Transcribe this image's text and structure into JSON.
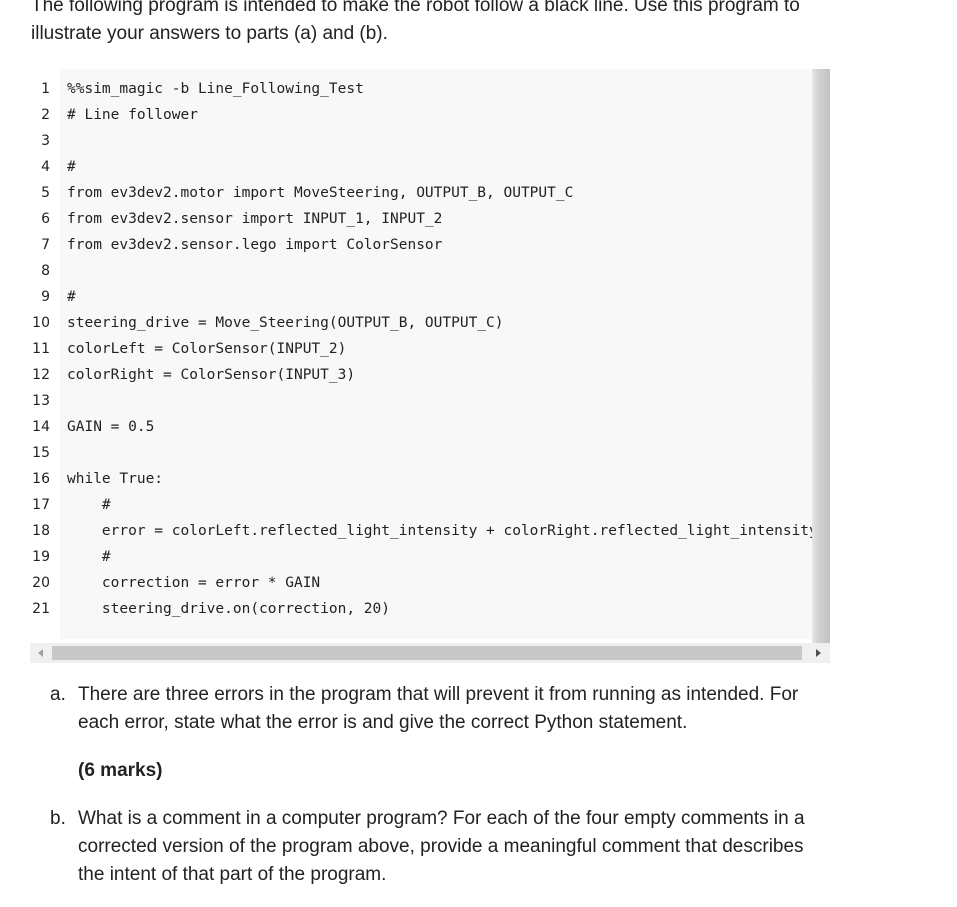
{
  "intro": "The following program is intended to make the robot follow a black line. Use this program to illustrate your answers to parts (a) and (b).",
  "code": {
    "lines": [
      {
        "n": "1",
        "text": "%%sim_magic -b Line_Following_Test"
      },
      {
        "n": "2",
        "text": "# Line follower"
      },
      {
        "n": "3",
        "text": ""
      },
      {
        "n": "4",
        "text": "#"
      },
      {
        "n": "5",
        "text": "from ev3dev2.motor import MoveSteering, OUTPUT_B, OUTPUT_C"
      },
      {
        "n": "6",
        "text": "from ev3dev2.sensor import INPUT_1, INPUT_2"
      },
      {
        "n": "7",
        "text": "from ev3dev2.sensor.lego import ColorSensor"
      },
      {
        "n": "8",
        "text": ""
      },
      {
        "n": "9",
        "text": "#"
      },
      {
        "n": "10",
        "text": "steering_drive = Move_Steering(OUTPUT_B, OUTPUT_C)"
      },
      {
        "n": "11",
        "text": "colorLeft = ColorSensor(INPUT_2)"
      },
      {
        "n": "12",
        "text": "colorRight = ColorSensor(INPUT_3)"
      },
      {
        "n": "13",
        "text": ""
      },
      {
        "n": "14",
        "text": "GAIN = 0.5"
      },
      {
        "n": "15",
        "text": ""
      },
      {
        "n": "16",
        "text": "while True:"
      },
      {
        "n": "17",
        "text": "    #"
      },
      {
        "n": "18",
        "text": "    error = colorLeft.reflected_light_intensity + colorRight.reflected_light_intensity"
      },
      {
        "n": "19",
        "text": "    #"
      },
      {
        "n": "20",
        "text": "    correction = error * GAIN"
      },
      {
        "n": "21",
        "text": "    steering_drive.on(correction, 20)"
      }
    ]
  },
  "questions": {
    "a": {
      "marker": "a.",
      "text": "There are three errors in the program that will prevent it from running as intended. For each error, state what the error is and give the correct Python statement.",
      "marks": "(6 marks)"
    },
    "b": {
      "marker": "b.",
      "text": "What is a comment in a computer program? For each of the four empty comments in a corrected version of the program above, provide a meaningful comment that describes the intent of that part of the program."
    }
  }
}
